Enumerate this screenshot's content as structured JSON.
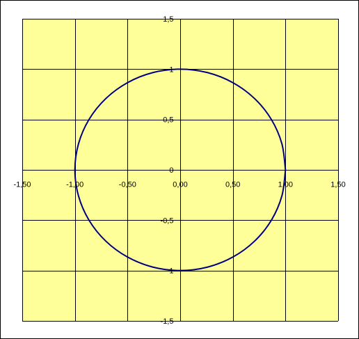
{
  "chart_data": {
    "type": "line",
    "title": "",
    "xlabel": "",
    "ylabel": "",
    "xlim": [
      -1.5,
      1.5
    ],
    "ylim": [
      -1.5,
      1.5
    ],
    "x_ticks": [
      -1.5,
      -1.0,
      -0.5,
      0.0,
      0.5,
      1.0,
      1.5
    ],
    "x_tick_labels": [
      "-1,50",
      "-1,00",
      "-0,50",
      "0,00",
      "0,50",
      "1,00",
      "1,50"
    ],
    "y_ticks": [
      -1.5,
      -1.0,
      -0.5,
      0.0,
      0.5,
      1.0,
      1.5
    ],
    "y_tick_labels": [
      "-1,5",
      "-1",
      "-0,5",
      "0",
      "0,5",
      "1",
      "1,5"
    ],
    "grid": true,
    "axes_through_origin": true,
    "legend": "none",
    "plot_background": "#ffff99",
    "gridline_color": "#000000",
    "series": [
      {
        "values_description": "unit circle",
        "color": "#000080",
        "x": [
          1,
          0.9659,
          0.866,
          0.7071,
          0.5,
          0.2588,
          0,
          -0.2588,
          -0.5,
          -0.7071,
          -0.866,
          -0.9659,
          -1,
          -0.9659,
          -0.866,
          -0.7071,
          -0.5,
          -0.2588,
          0,
          0.2588,
          0.5,
          0.7071,
          0.866,
          0.9659,
          1
        ],
        "y": [
          0,
          0.2588,
          0.5,
          0.7071,
          0.866,
          0.9659,
          1,
          0.9659,
          0.866,
          0.7071,
          0.5,
          0.2588,
          0,
          -0.2588,
          -0.5,
          -0.7071,
          -0.866,
          -0.9659,
          -1,
          -0.9659,
          -0.866,
          -0.7071,
          -0.5,
          -0.2588,
          0
        ]
      }
    ]
  }
}
